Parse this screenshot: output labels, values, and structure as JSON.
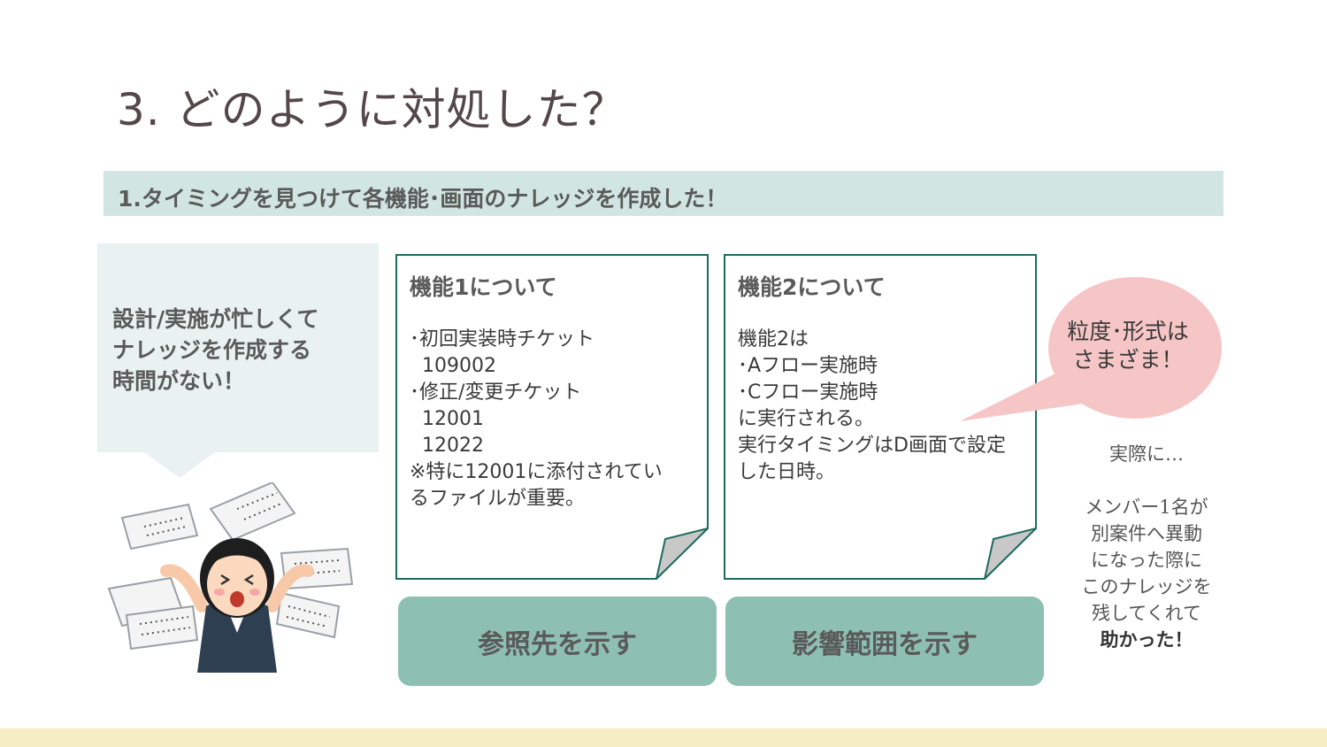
{
  "slide": {
    "title": "3. どのように対処した？",
    "banner": "1.タイミングを見つけて各機能･画面のナレッジを作成した！",
    "callout_lines": [
      "設計/実施が忙しくて",
      "ナレッジを作成する",
      "時間がない！"
    ],
    "note1": {
      "title": "機能1について",
      "body": "･初回実装時チケット\n  109002\n･修正/変更チケット\n  12001\n  12022\n※特に12001に添付されてい\nるファイルが重要。"
    },
    "note2": {
      "title": "機能2について",
      "body": "機能2は\n･Aフロー実施時\n･Cフロー実施時\nに実行される。\n実行タイミングはD画面で設定\nした日時。"
    },
    "pill1": "参照先を示す",
    "pill2": "影響範囲を示す",
    "bubble_lines": [
      "粒度･形式は",
      "さまざま！"
    ],
    "side_lines": [
      "実際に…",
      "",
      "メンバー1名が",
      "別案件へ異動",
      "になった際に",
      "このナレッジを",
      "残してくれて"
    ],
    "side_strong": "助かった！"
  },
  "colors": {
    "title": "#54474a",
    "banner_bg": "#d1e6e2",
    "callout_bg": "#e9f2f0",
    "note_border": "#1e6b5e",
    "pill_bg": "#8ebfb3",
    "bubble_bg": "#f6c6c6",
    "footer_bg": "#f4ecc3"
  },
  "icons": [
    "stressed-person-with-flying-papers-illustration",
    "speech-bubble-icon"
  ]
}
